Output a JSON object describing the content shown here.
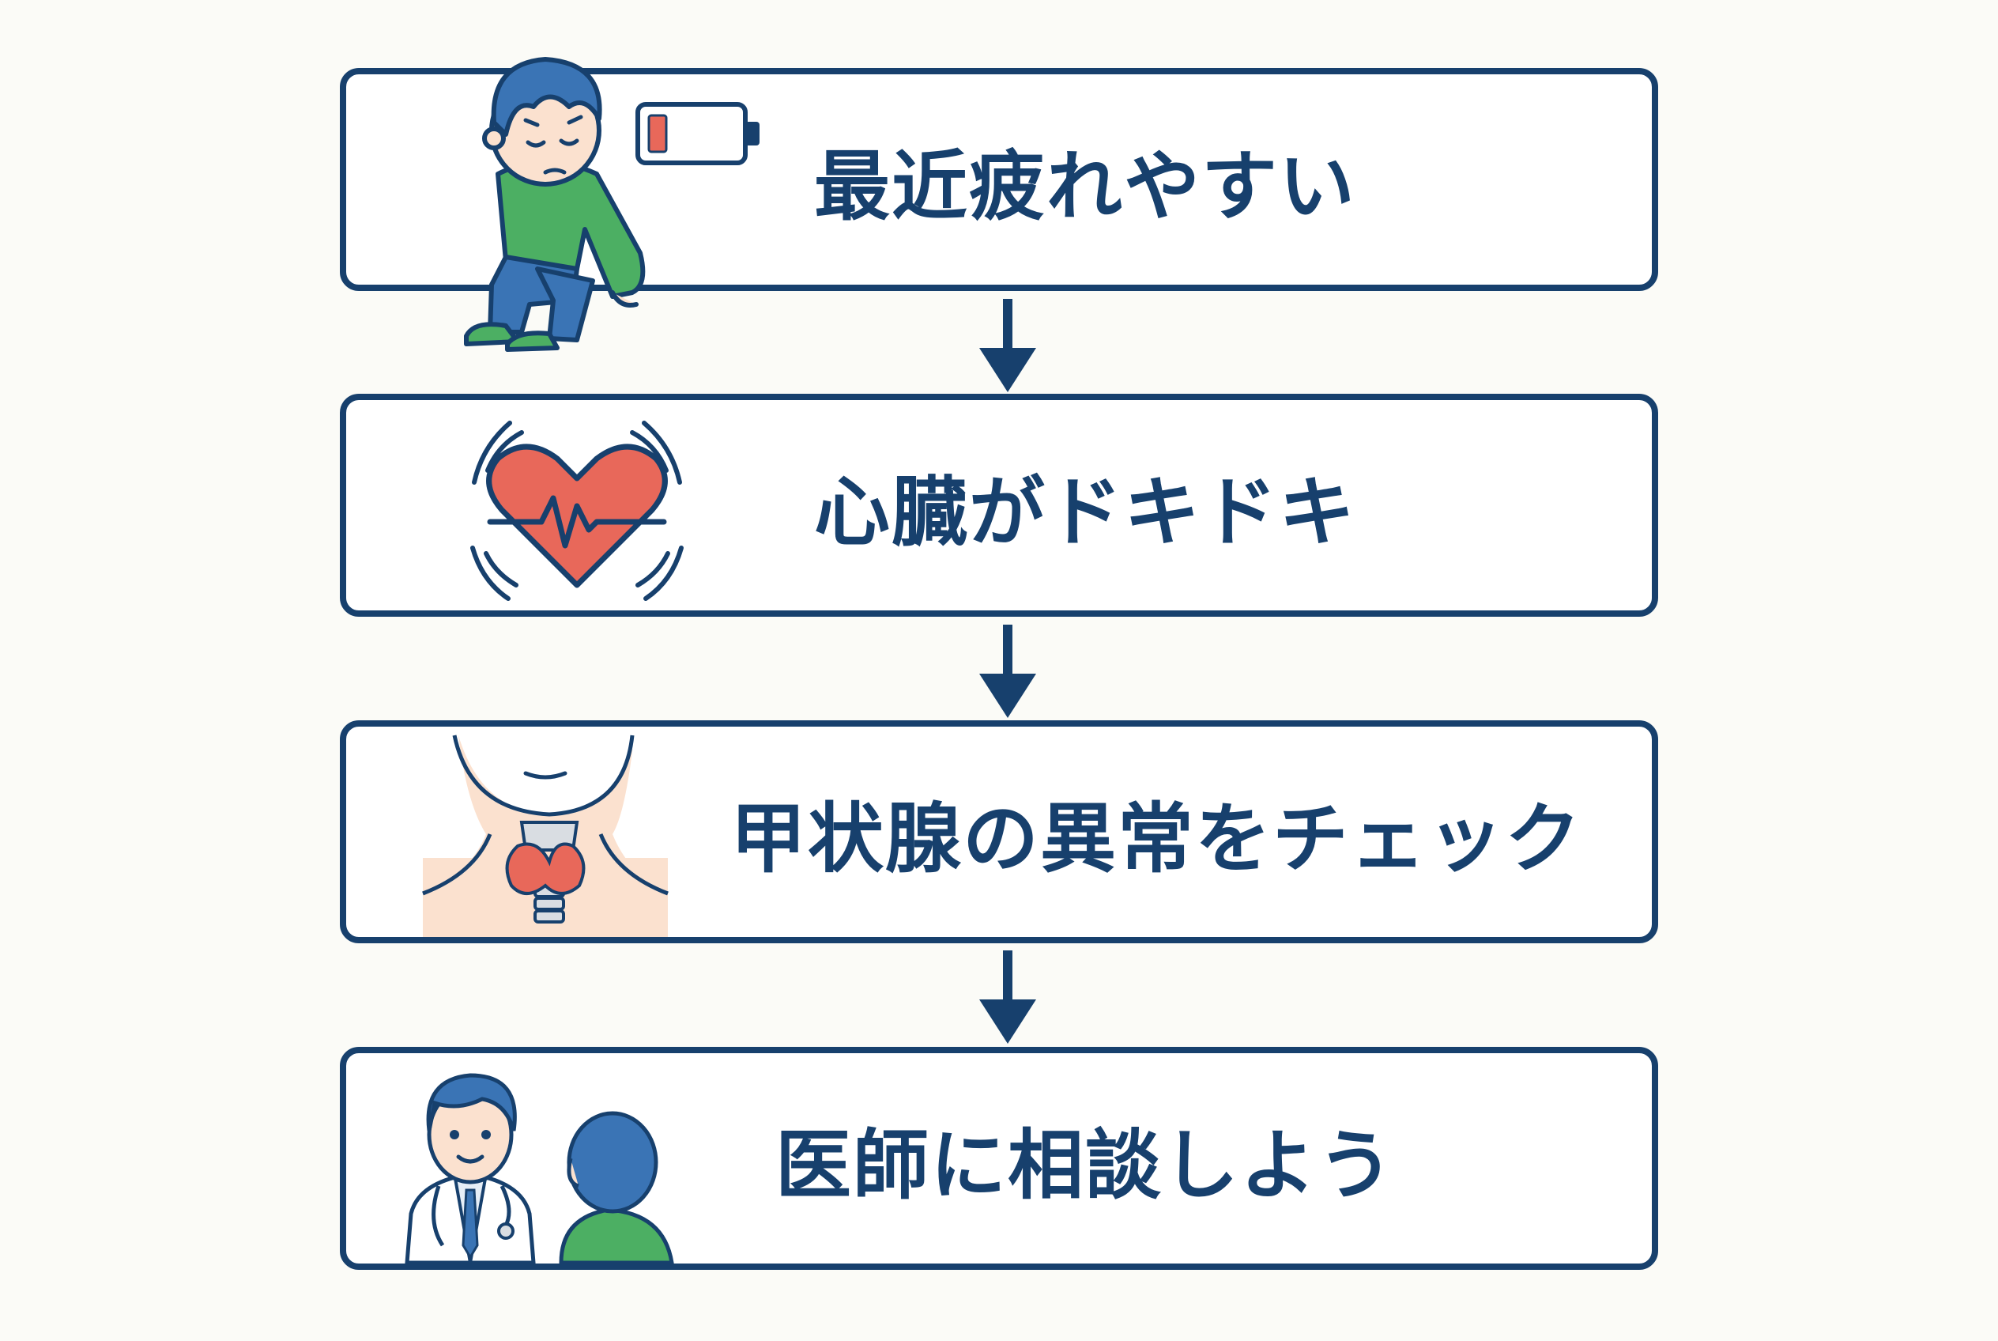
{
  "steps": [
    {
      "label": "最近疲れやすい",
      "illustration": "tired-person-low-battery"
    },
    {
      "label": "心臓がドキドキ",
      "illustration": "beating-heart-pulse"
    },
    {
      "label": "甲状腺の異常をチェック",
      "illustration": "neck-thyroid"
    },
    {
      "label": "医師に相談しよう",
      "illustration": "doctor-and-patient"
    }
  ],
  "colors": {
    "primary": "#17406d",
    "green": "#4caf63",
    "blue": "#3a74b5",
    "heart_red": "#e8685a",
    "skin": "#fbe1cf",
    "background": "#fbfbf7"
  }
}
